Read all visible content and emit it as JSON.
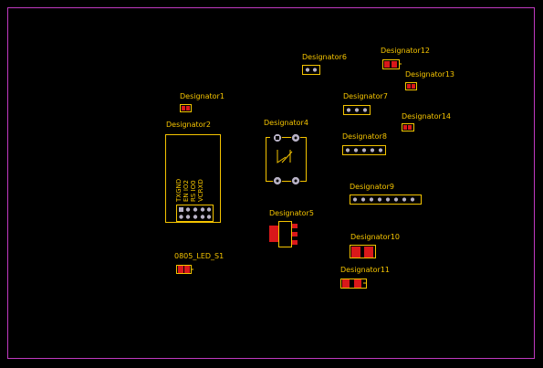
{
  "board": {
    "outline_color": "#c03ac0",
    "silkscreen_color": "#f5c400",
    "pad_color": "#d9181a",
    "through_hole_color": "#b8b2c6",
    "background_color": "#000000"
  },
  "components": {
    "d1": "Designator1",
    "d2": "Designator2",
    "d4": "Designator4",
    "d5": "Designator5",
    "d6": "Designator6",
    "d7": "Designator7",
    "d8": "Designator8",
    "d9": "Designator9",
    "d10": "Designator10",
    "d11": "Designator11",
    "d12": "Designator12",
    "d13": "Designator13",
    "d14": "Designator14",
    "led": "0805_LED_S1"
  },
  "module_pins": {
    "p1": "TXGND",
    "p2": "EN IO2",
    "p3": "RS IO0",
    "p4": "VCRXD"
  }
}
